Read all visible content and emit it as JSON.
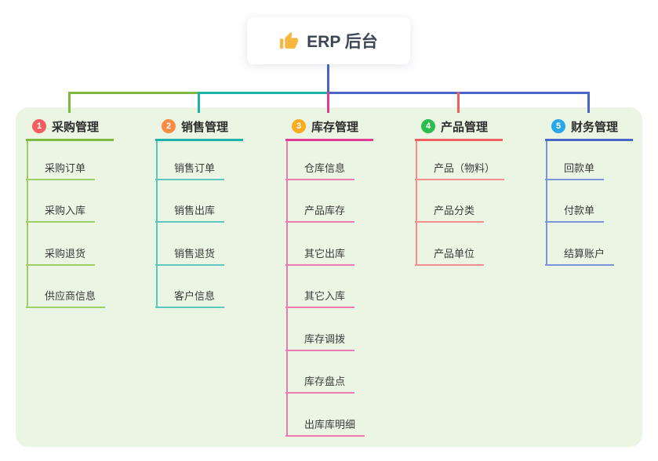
{
  "root": {
    "title": "ERP 后台",
    "icon": "thumbs-up-icon"
  },
  "branches": [
    {
      "badge": "1",
      "label": "采购管理",
      "color": "#7cb93e",
      "item_color": "#9ecf67",
      "badge_color": "#f35e63",
      "items": [
        "采购订单",
        "采购入库",
        "采购退货",
        "供应商信息"
      ]
    },
    {
      "badge": "2",
      "label": "销售管理",
      "color": "#1db3a8",
      "item_color": "#5ec8be",
      "badge_color": "#fa8b47",
      "items": [
        "销售订单",
        "销售出库",
        "销售退货",
        "客户信息"
      ]
    },
    {
      "badge": "3",
      "label": "库存管理",
      "color": "#e13c95",
      "item_color": "#ef79b3",
      "badge_color": "#fbab1f",
      "items": [
        "仓库信息",
        "产品库存",
        "其它出库",
        "其它入库",
        "库存调拨",
        "库存盘点",
        "出库库明细"
      ]
    },
    {
      "badge": "4",
      "label": "产品管理",
      "color": "#f15f5f",
      "item_color": "#f58f8f",
      "badge_color": "#2cbd51",
      "items": [
        "产品（物料）",
        "产品分类",
        "产品单位"
      ]
    },
    {
      "badge": "5",
      "label": "财务管理",
      "color": "#4766c6",
      "item_color": "#7d93d8",
      "badge_color": "#2ba6e9",
      "items": [
        "回款单",
        "付款单",
        "结算账户"
      ]
    }
  ],
  "colors": {
    "connector": "#4766c6",
    "panel": "#eaf6e3",
    "thumb": "#f5b73e"
  }
}
